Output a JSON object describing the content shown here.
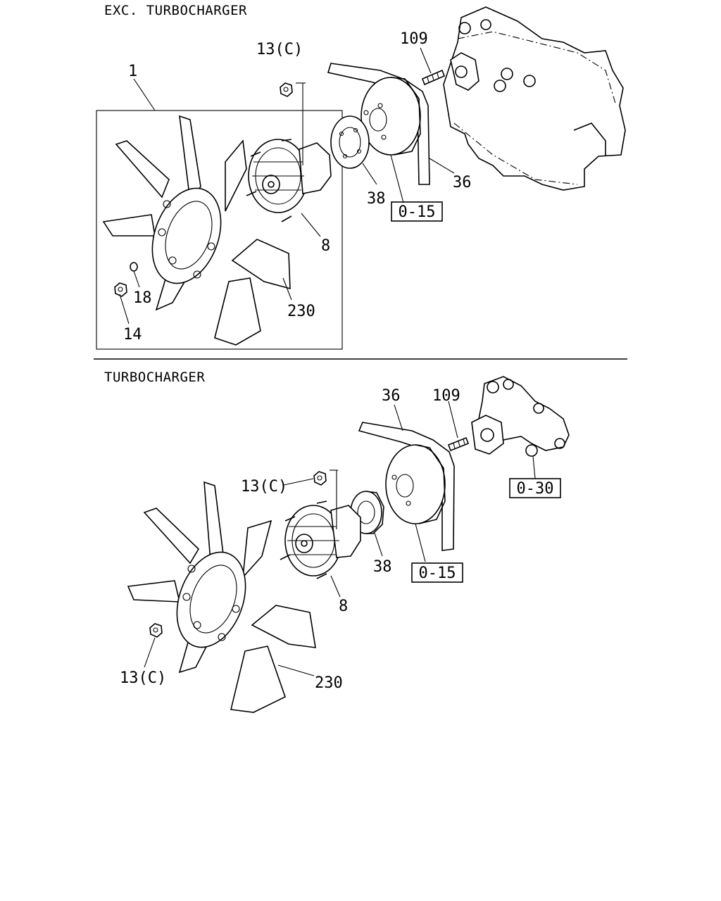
{
  "sections": [
    {
      "title": "EXC. TURBOCHARGER",
      "callouts": {
        "fan_assembly": "1",
        "nut_top": "13(C)",
        "stud": "109",
        "belt": "36",
        "spacer": "38",
        "clutch": "8",
        "washer": "18",
        "nut_fan": "14",
        "fan": "230"
      },
      "ref_boxes": [
        "0-15"
      ]
    },
    {
      "title": "TURBOCHARGER",
      "callouts": {
        "belt": "36",
        "stud": "109",
        "nut_top": "13(C)",
        "spacer": "38",
        "clutch": "8",
        "nut_fan": "13(C)",
        "fan": "230"
      },
      "ref_boxes": [
        "0-30",
        "0-15"
      ]
    }
  ]
}
